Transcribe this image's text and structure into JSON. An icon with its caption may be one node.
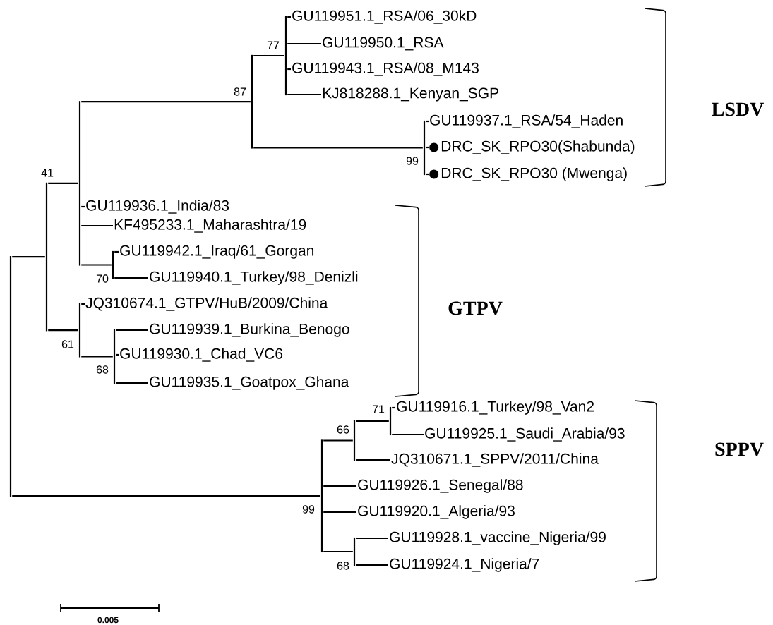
{
  "diagram": {
    "nodes": [
      {
        "text": [],
        "shape": "bar"
      },
      {
        "text": [],
        "shape": "bar",
        "beside": [
          "41"
        ]
      },
      {
        "text": [],
        "shape": "bar"
      },
      {
        "text": [],
        "shape": "bar",
        "beside": [
          "87"
        ]
      },
      {
        "text": [],
        "shape": "bar",
        "beside": [
          "77"
        ]
      },
      {
        "text": [
          "GU119951.1_RSA/06_30kD"
        ]
      },
      {
        "text": [
          "GU119950.1_RSA"
        ]
      },
      {
        "text": [
          "GU119943.1_RSA/08_M143"
        ]
      },
      {
        "text": [
          "KJ818288.1_Kenyan_SGP"
        ]
      },
      {
        "text": [],
        "shape": "bar",
        "beside": [
          "99"
        ]
      },
      {
        "text": [
          "GU119937.1_RSA/54_Haden"
        ]
      },
      {
        "text": [
          "DRC_SK_RPO30(Shabunda)"
        ]
      },
      {
        "text": [
          "DRC_SK_RPO30 (Mwenga)"
        ]
      },
      {
        "text": [
          "GU119936.1_India/83"
        ]
      },
      {
        "text": [
          "KF495233.1_Maharashtra/19"
        ]
      },
      {
        "text": [],
        "shape": "bar",
        "beside": [
          "70"
        ]
      },
      {
        "text": [
          "GU119942.1_Iraq/61_Gorgan"
        ]
      },
      {
        "text": [
          "GU119940.1_Turkey/98_Denizli"
        ]
      },
      {
        "text": [],
        "shape": "bar",
        "beside": [
          "61"
        ]
      },
      {
        "text": [
          "JQ310674.1_GTPV/HuB/2009/China"
        ]
      },
      {
        "text": [],
        "shape": "bar",
        "beside": [
          "68"
        ]
      },
      {
        "text": [
          "GU119939.1_Burkina_Benogo"
        ]
      },
      {
        "text": [
          "GU119930.1_Chad_VC6"
        ]
      },
      {
        "text": [
          "GU119935.1_Goatpox_Ghana"
        ]
      },
      {
        "text": [],
        "shape": "bar",
        "beside": [
          "99"
        ]
      },
      {
        "text": [],
        "shape": "bar",
        "beside": [
          "66"
        ]
      },
      {
        "text": [],
        "shape": "bar",
        "beside": [
          "71"
        ]
      },
      {
        "text": [
          "GU119916.1_Turkey/98_Van2"
        ]
      },
      {
        "text": [
          "GU119925.1_Saudi_Arabia/93"
        ]
      },
      {
        "text": [
          "JQ310671.1_SPPV/2011/China"
        ]
      },
      {
        "text": [
          "GU119926.1_Senegal/88"
        ]
      },
      {
        "text": [
          "GU119920.1_Algeria/93"
        ]
      },
      {
        "text": [],
        "shape": "bar",
        "beside": [
          "68"
        ]
      },
      {
        "text": [
          "GU119928.1_vaccine_Nigeria/99"
        ]
      },
      {
        "text": [
          "GU119924.1_Nigeria/7"
        ]
      }
    ],
    "edges": [
      {
        "from": 0,
        "to": 1,
        "arrow": "none"
      },
      {
        "from": 0,
        "to": 24,
        "arrow": "none"
      },
      {
        "from": 1,
        "to": 2,
        "arrow": "none"
      },
      {
        "from": 1,
        "to": 18,
        "arrow": "none"
      },
      {
        "from": 2,
        "to": 3,
        "arrow": "none"
      },
      {
        "from": 2,
        "to": 13,
        "arrow": "none"
      },
      {
        "from": 2,
        "to": 14,
        "arrow": "none"
      },
      {
        "from": 2,
        "to": 15,
        "arrow": "none"
      },
      {
        "from": 3,
        "to": 4,
        "arrow": "none"
      },
      {
        "from": 3,
        "to": 9,
        "arrow": "none"
      },
      {
        "from": 4,
        "to": 5,
        "arrow": "none"
      },
      {
        "from": 4,
        "to": 6,
        "arrow": "none"
      },
      {
        "from": 4,
        "to": 7,
        "arrow": "none"
      },
      {
        "from": 4,
        "to": 8,
        "arrow": "none"
      },
      {
        "from": 9,
        "to": 10,
        "arrow": "none"
      },
      {
        "from": 9,
        "to": 11,
        "arrow": "none"
      },
      {
        "from": 9,
        "to": 12,
        "arrow": "none"
      },
      {
        "from": 15,
        "to": 16,
        "arrow": "none"
      },
      {
        "from": 15,
        "to": 17,
        "arrow": "none"
      },
      {
        "from": 18,
        "to": 19,
        "arrow": "none"
      },
      {
        "from": 18,
        "to": 20,
        "arrow": "none"
      },
      {
        "from": 20,
        "to": 21,
        "arrow": "none"
      },
      {
        "from": 20,
        "to": 22,
        "arrow": "none"
      },
      {
        "from": 20,
        "to": 23,
        "arrow": "none"
      },
      {
        "from": 24,
        "to": 25,
        "arrow": "none"
      },
      {
        "from": 24,
        "to": 30,
        "arrow": "none"
      },
      {
        "from": 24,
        "to": 31,
        "arrow": "none"
      },
      {
        "from": 24,
        "to": 32,
        "arrow": "none"
      },
      {
        "from": 25,
        "to": 26,
        "arrow": "none"
      },
      {
        "from": 25,
        "to": 29,
        "arrow": "none"
      },
      {
        "from": 26,
        "to": 27,
        "arrow": "none"
      },
      {
        "from": 26,
        "to": 28,
        "arrow": "none"
      },
      {
        "from": 32,
        "to": 33,
        "arrow": "none"
      },
      {
        "from": 32,
        "to": 34,
        "arrow": "none"
      }
    ],
    "labels": [
      "LSDV",
      "GTPV",
      "SPPV",
      "0.005"
    ]
  }
}
